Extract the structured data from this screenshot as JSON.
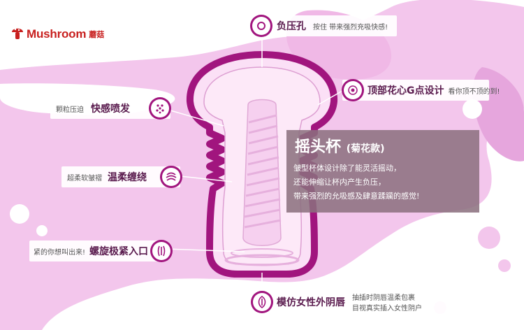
{
  "brand": {
    "name": "Mushroom",
    "name_cn": "蘑菇"
  },
  "features": {
    "top_hole": {
      "title": "负压孔",
      "desc": "按住 带来强烈充吸快感!"
    },
    "top_g": {
      "title": "顶部花心G点设计",
      "desc": "看你顶不顶的到!"
    },
    "grain": {
      "title": "快感喷发",
      "desc": "颗粒压迫"
    },
    "soft": {
      "title": "温柔缠绕",
      "desc": "超柔软皱褶"
    },
    "spiral": {
      "title": "螺旋极紧入口",
      "desc": "紧的你想叫出来!"
    },
    "vulva": {
      "title": "模仿女性外阴唇",
      "desc1": "抽插时阴唇温柔包裹",
      "desc2": "目视真实插入女性阴户"
    }
  },
  "panel": {
    "title": "摇头杯",
    "subtitle": "(菊花款)",
    "lines": [
      "皱型杯体设计除了能灵活摇动，",
      "还能伸缩让杯内产生负压，",
      "带来强烈的允吸感及肆意蹂躏的感觉!"
    ]
  },
  "colors": {
    "accent": "#a1157e",
    "pink_bg": "#f3c6ec",
    "panel": "#8a707e",
    "logo": "#c8201f"
  },
  "icons": [
    "mushroom-logo-icon",
    "ring-icon",
    "dot-ring-icon",
    "grain-icon",
    "wave-icon",
    "spiral-icon",
    "lips-icon"
  ]
}
